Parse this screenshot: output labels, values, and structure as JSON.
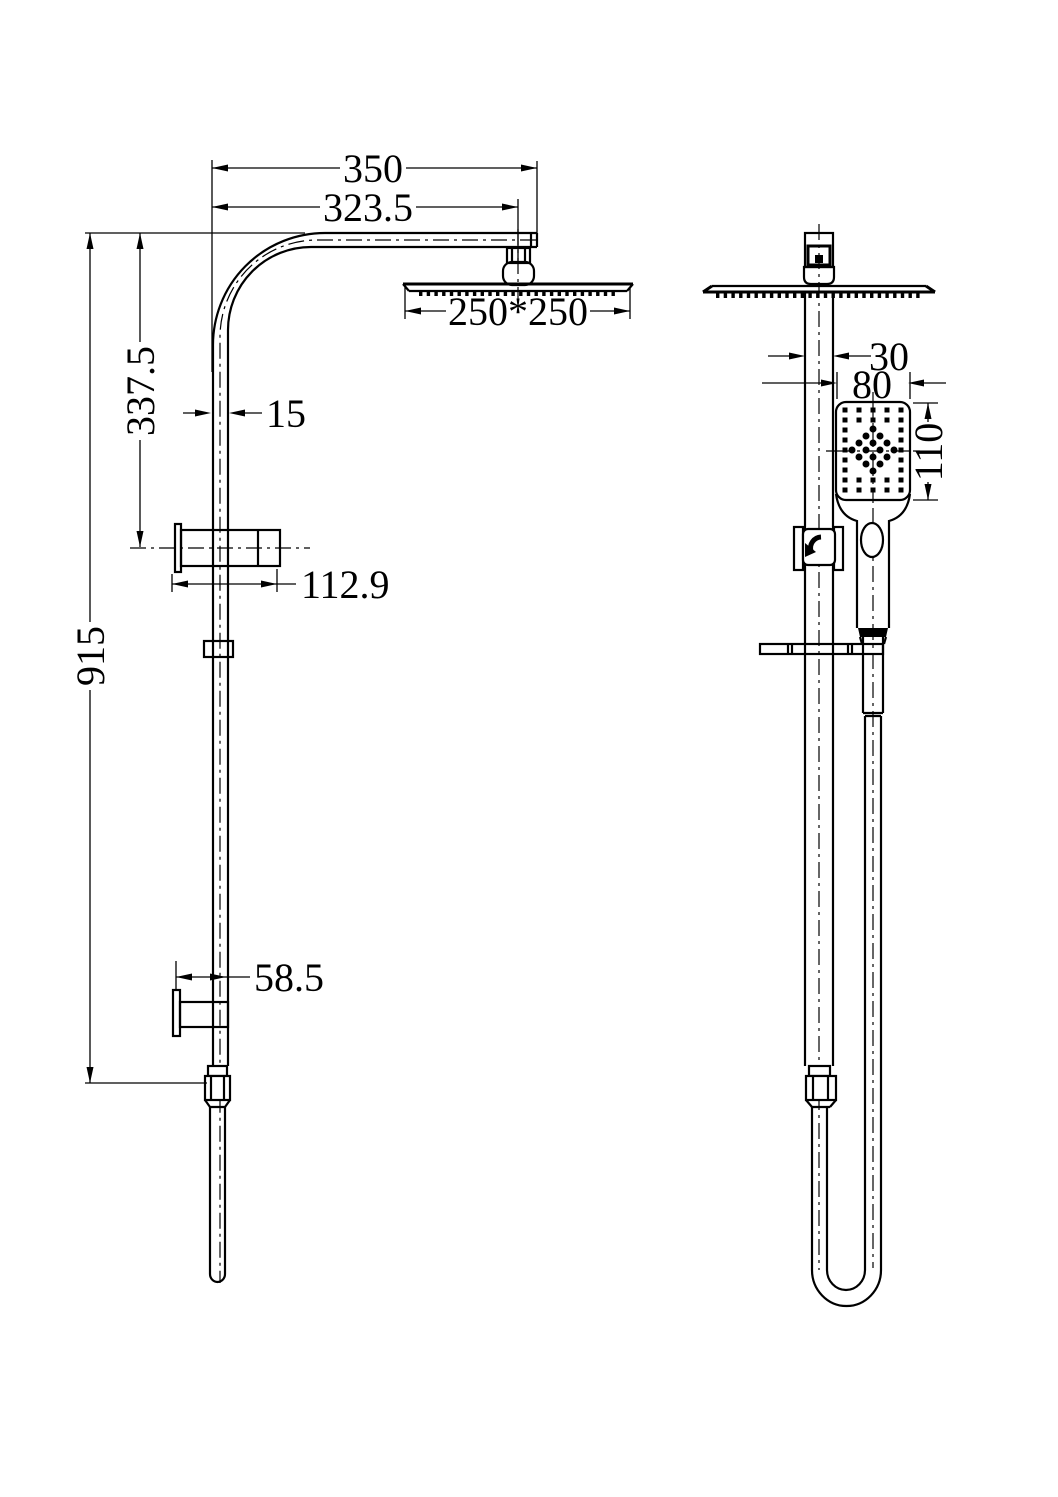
{
  "colors": {
    "line": "#000000",
    "background": "#ffffff"
  },
  "dims": {
    "arm_overall": "350",
    "arm_to_head_center": "323.5",
    "head_face_size": "250*250",
    "top_to_upper_bracket": "337.5",
    "riser_pipe_width": "15",
    "upper_bracket_length": "112.9",
    "rail_overall_height": "915",
    "lower_bracket_length": "58.5",
    "column_width": "30",
    "handset_width": "80",
    "handset_face_height": "110"
  }
}
